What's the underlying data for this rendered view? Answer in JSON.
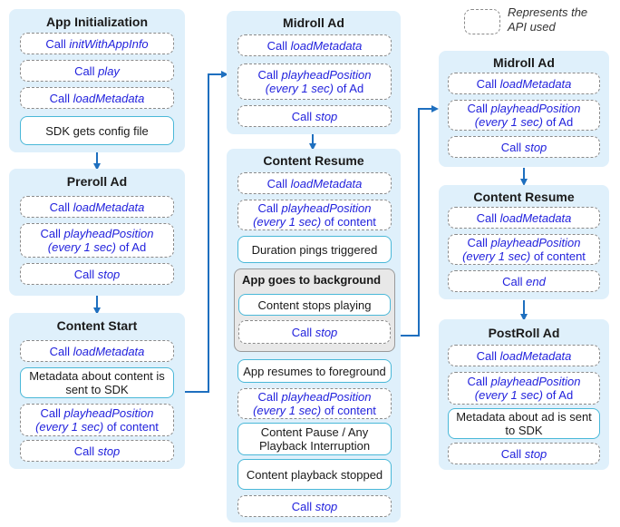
{
  "legend": {
    "text": "Represents the API used"
  },
  "panels": {
    "app_init": {
      "title": "App Initialization",
      "items": [
        {
          "pre": "Call ",
          "em": "initWithAppInfo",
          "post": ""
        },
        {
          "pre": "Call ",
          "em": "play",
          "post": ""
        },
        {
          "pre": "Call ",
          "em": "loadMetadata",
          "post": ""
        },
        {
          "text": "SDK gets config file"
        }
      ]
    },
    "preroll": {
      "title": "Preroll Ad",
      "items": [
        {
          "pre": "Call ",
          "em": "loadMetadata",
          "post": ""
        },
        {
          "pre": "Call ",
          "em": "playheadPosition",
          "em2": "(every 1 sec)",
          "post": " of Ad"
        },
        {
          "pre": "Call ",
          "em": "stop",
          "post": ""
        }
      ]
    },
    "content_start": {
      "title": "Content Start",
      "items": [
        {
          "pre": "Call ",
          "em": "loadMetadata",
          "post": ""
        },
        {
          "text": "Metadata about content is sent to SDK"
        },
        {
          "pre": "Call ",
          "em": "playheadPosition",
          "em2": "(every 1 sec)",
          "post": " of content"
        },
        {
          "pre": "Call ",
          "em": "stop",
          "post": ""
        }
      ]
    },
    "midroll1": {
      "title": "Midroll Ad",
      "items": [
        {
          "pre": "Call ",
          "em": "loadMetadata",
          "post": ""
        },
        {
          "pre": "Call ",
          "em": "playheadPosition",
          "em2": "(every 1 sec)",
          "post": " of Ad"
        },
        {
          "pre": "Call ",
          "em": "stop",
          "post": ""
        }
      ]
    },
    "content_resume1": {
      "title": "Content Resume",
      "items": [
        {
          "pre": "Call ",
          "em": "loadMetadata",
          "post": ""
        },
        {
          "pre": "Call ",
          "em": "playheadPosition",
          "em2": "(every 1 sec)",
          "post": " of content"
        },
        {
          "text": "Duration pings triggered"
        }
      ],
      "background_group": {
        "title": "App goes to background",
        "items": [
          {
            "text": "Content stops playing"
          },
          {
            "pre": "Call ",
            "em": "stop",
            "post": ""
          }
        ]
      },
      "items_after": [
        {
          "text": "App resumes to foreground"
        },
        {
          "pre": "Call ",
          "em": "playheadPosition",
          "em2": "(every 1 sec)",
          "post": " of content"
        },
        {
          "text": "Content Pause / Any Playback Interruption"
        },
        {
          "text": "Content playback stopped"
        },
        {
          "pre": "Call ",
          "em": "stop",
          "post": ""
        }
      ]
    },
    "midroll2": {
      "title": "Midroll Ad",
      "items": [
        {
          "pre": "Call ",
          "em": "loadMetadata",
          "post": ""
        },
        {
          "pre": "Call ",
          "em": "playheadPosition",
          "em2": "(every 1 sec)",
          "post": " of Ad"
        },
        {
          "pre": "Call ",
          "em": "stop",
          "post": ""
        }
      ]
    },
    "content_resume2": {
      "title": "Content Resume",
      "items": [
        {
          "pre": "Call ",
          "em": "loadMetadata",
          "post": ""
        },
        {
          "pre": "Call ",
          "em": "playheadPosition",
          "em2": "(every 1 sec)",
          "post": " of content"
        },
        {
          "pre": "Call ",
          "em": "end",
          "post": ""
        }
      ]
    },
    "postroll": {
      "title": "PostRoll Ad",
      "items": [
        {
          "pre": "Call ",
          "em": "loadMetadata",
          "post": ""
        },
        {
          "pre": "Call ",
          "em": "playheadPosition",
          "em2": "(every 1 sec)",
          "post": " of Ad"
        },
        {
          "text": "Metadata about ad is sent to SDK"
        },
        {
          "pre": "Call ",
          "em": "stop",
          "post": ""
        }
      ]
    }
  }
}
